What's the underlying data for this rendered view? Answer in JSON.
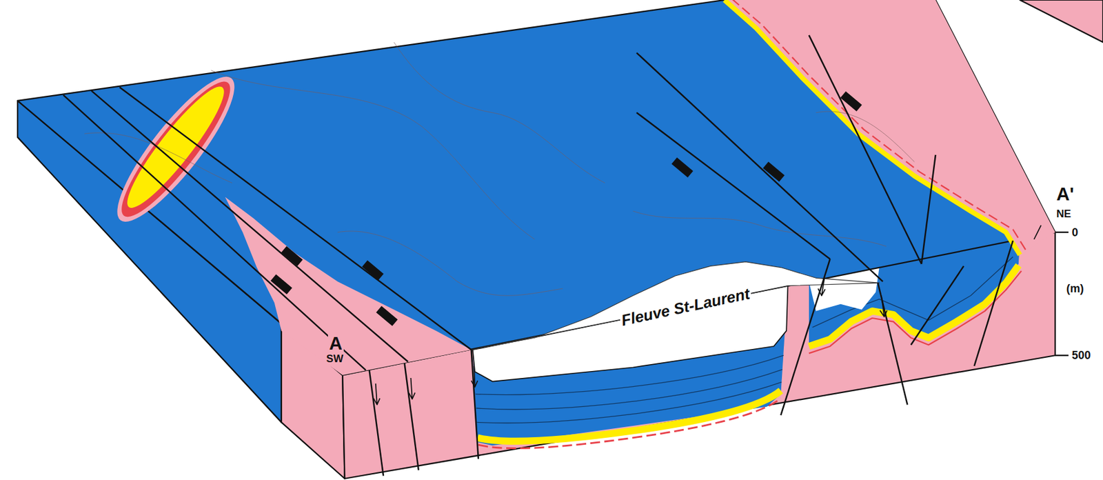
{
  "diagram": {
    "labels": [
      "Fleuve St-Laurent",
      "A",
      "SW",
      "A'",
      "NE",
      "0",
      "(m)",
      "500"
    ]
  }
}
